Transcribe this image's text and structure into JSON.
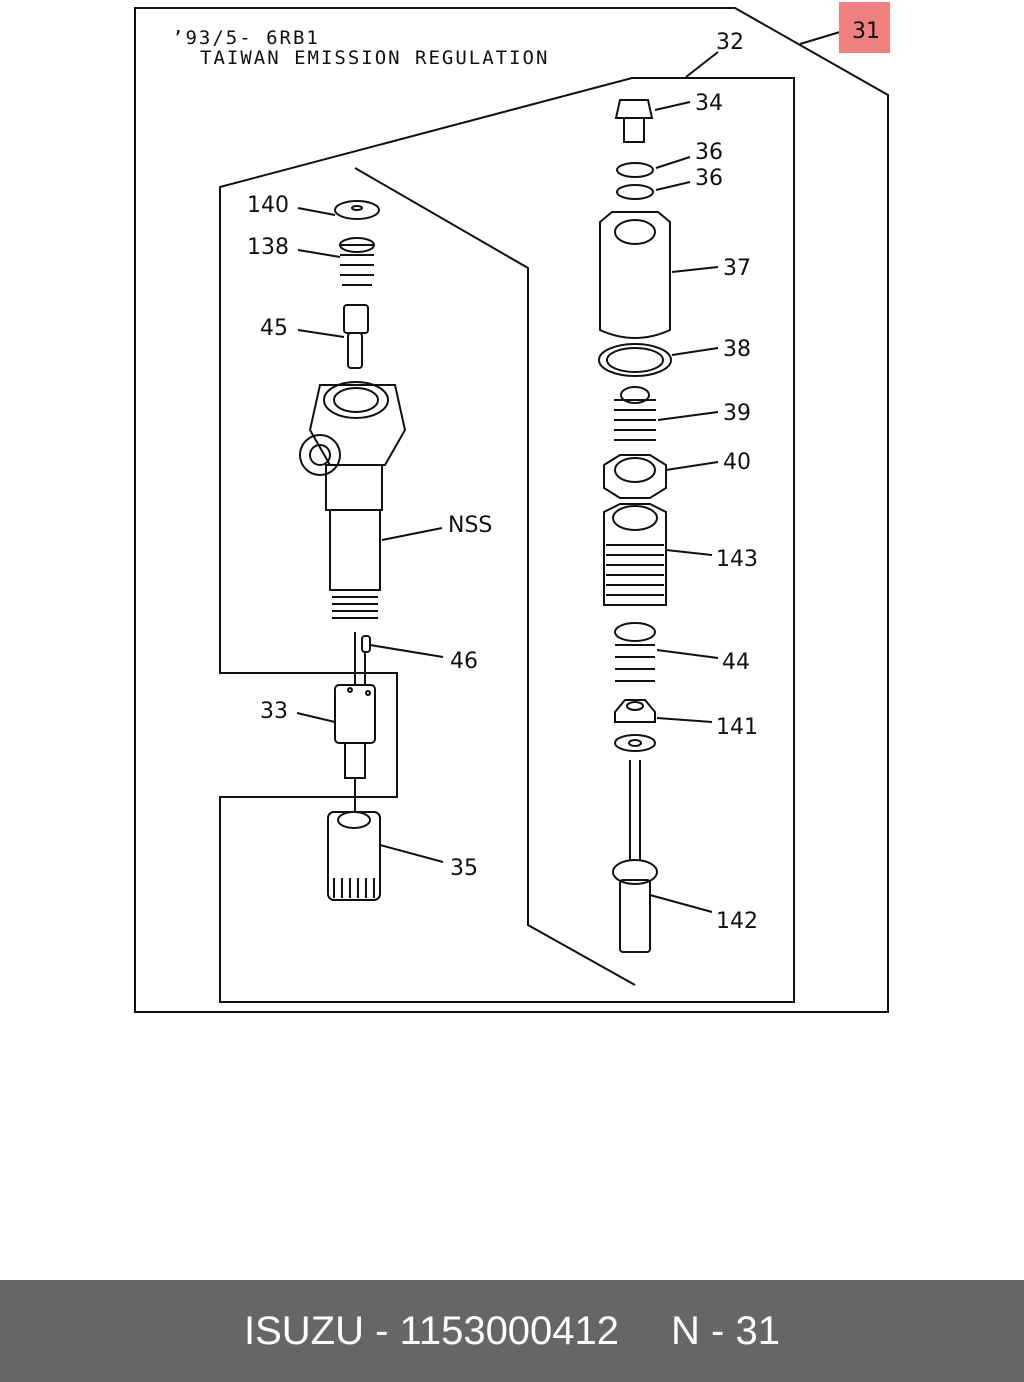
{
  "diagram": {
    "header_line1": "’93/5- 6RB1",
    "header_line2": "TAIWAN EMISSION REGULATION",
    "page_badge": "31",
    "badge_color": "#f08080",
    "callouts": {
      "c32": "32",
      "c34": "34",
      "c36a": "36",
      "c36b": "36",
      "c37": "37",
      "c38": "38",
      "c39": "39",
      "c40": "40",
      "c143": "143",
      "c44": "44",
      "c141": "141",
      "c142": "142",
      "c140": "140",
      "c138": "138",
      "c45": "45",
      "cNSS": "NSS",
      "c46": "46",
      "c33": "33",
      "c35": "35"
    }
  },
  "footer": {
    "part_ref": "ISUZU - 1153000412",
    "page_ref": "N - 31",
    "background": "#666666"
  }
}
